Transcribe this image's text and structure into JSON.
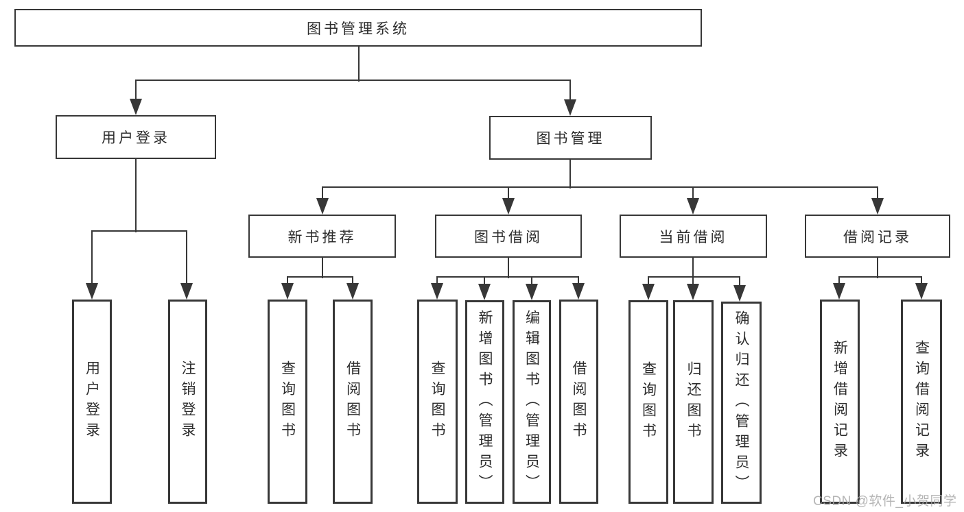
{
  "tree": {
    "root": {
      "label": "图书管理系统"
    },
    "branches": [
      {
        "label": "用户登录",
        "children": [
          {
            "label": "用户登录"
          },
          {
            "label": "注销登录"
          }
        ]
      },
      {
        "label": "图书管理",
        "children": [
          {
            "label": "新书推荐",
            "children": [
              {
                "label": "查询图书"
              },
              {
                "label": "借阅图书"
              }
            ]
          },
          {
            "label": "图书借阅",
            "children": [
              {
                "label": "查询图书"
              },
              {
                "label": "新增图书（管理员）"
              },
              {
                "label": "编辑图书（管理员）"
              },
              {
                "label": "借阅图书"
              }
            ]
          },
          {
            "label": "当前借阅",
            "children": [
              {
                "label": "查询图书"
              },
              {
                "label": "归还图书"
              },
              {
                "label": "确认归还（管理员）"
              }
            ]
          },
          {
            "label": "借阅记录",
            "children": [
              {
                "label": "新增借阅记录"
              },
              {
                "label": "查询借阅记录"
              }
            ]
          }
        ]
      }
    ]
  },
  "watermark": "CSDN @软件_小贺同学",
  "colors": {
    "line": "#373737",
    "text": "#2d2d2d",
    "watermark": "#a9a9a9",
    "background": "#ffffff"
  }
}
